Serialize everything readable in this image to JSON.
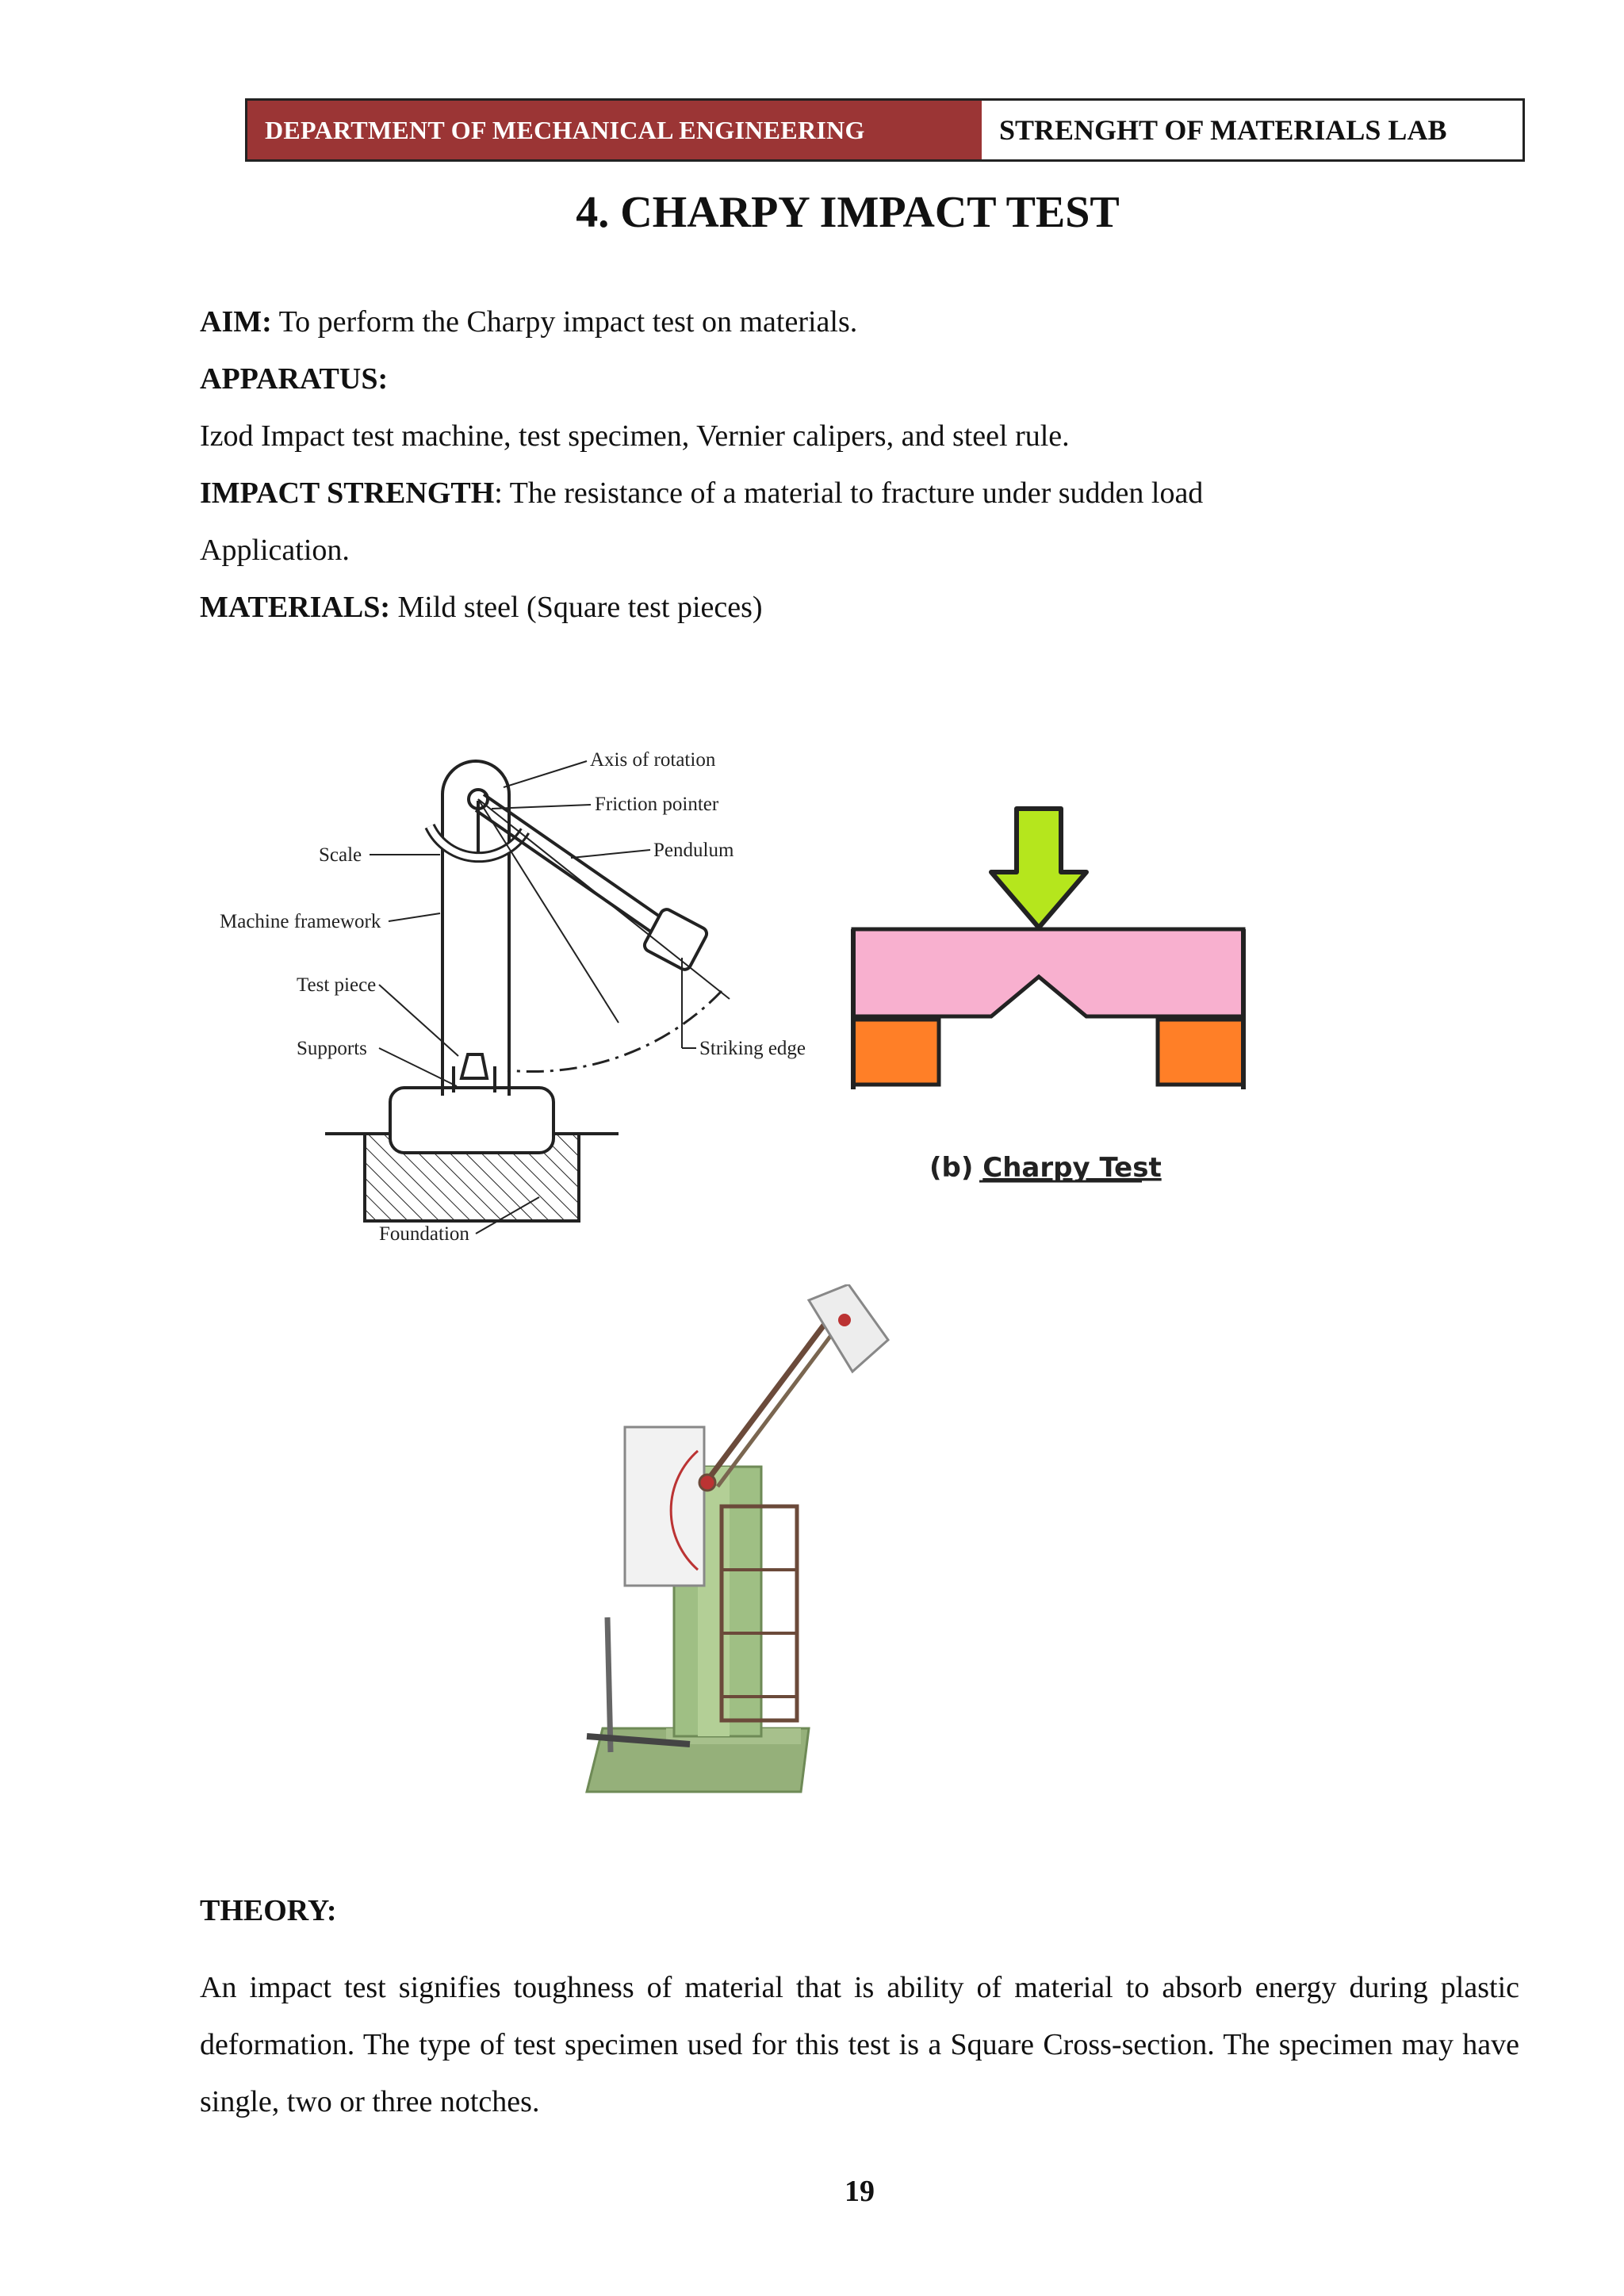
{
  "header": {
    "department": "DEPARTMENT OF MECHANICAL ENGINEERING",
    "lab": "STRENGHT OF MATERIALS LAB"
  },
  "title": "4. CHARPY IMPACT TEST",
  "aim": {
    "label": "AIM:",
    "text": " To perform the Charpy impact test on materials."
  },
  "apparatus": {
    "label": "APPARATUS:",
    "text": "Izod Impact test machine, test specimen, Vernier calipers, and steel rule."
  },
  "impact_strength": {
    "label": "IMPACT STRENGTH",
    "text": ": The resistance of a material to fracture under sudden load",
    "continuation": "Application."
  },
  "materials": {
    "label": "MATERIALS:",
    "text": " Mild steel (Square test pieces)"
  },
  "figure_a": {
    "labels": {
      "axis_of_rotation": "Axis of rotation",
      "friction_pointer": "Friction pointer",
      "pendulum": "Pendulum",
      "scale": "Scale",
      "machine_framework": "Machine framework",
      "test_piece": "Test piece",
      "supports": "Supports",
      "striking_edge": "Striking edge",
      "foundation": "Foundation"
    }
  },
  "figure_b": {
    "caption_prefix": "(b) ",
    "caption_link": "Charpy Test",
    "colors": {
      "arrow": "#b5e61d",
      "specimen": "#f8b0cf",
      "supports": "#ff7f27"
    }
  },
  "theory": {
    "heading": "THEORY:",
    "paragraph": "An impact test signifies toughness of material that is ability of material to absorb energy during plastic deformation. The type of test specimen used for this test is a Square Cross-section. The specimen may have single, two or three notches."
  },
  "page_number": "19"
}
